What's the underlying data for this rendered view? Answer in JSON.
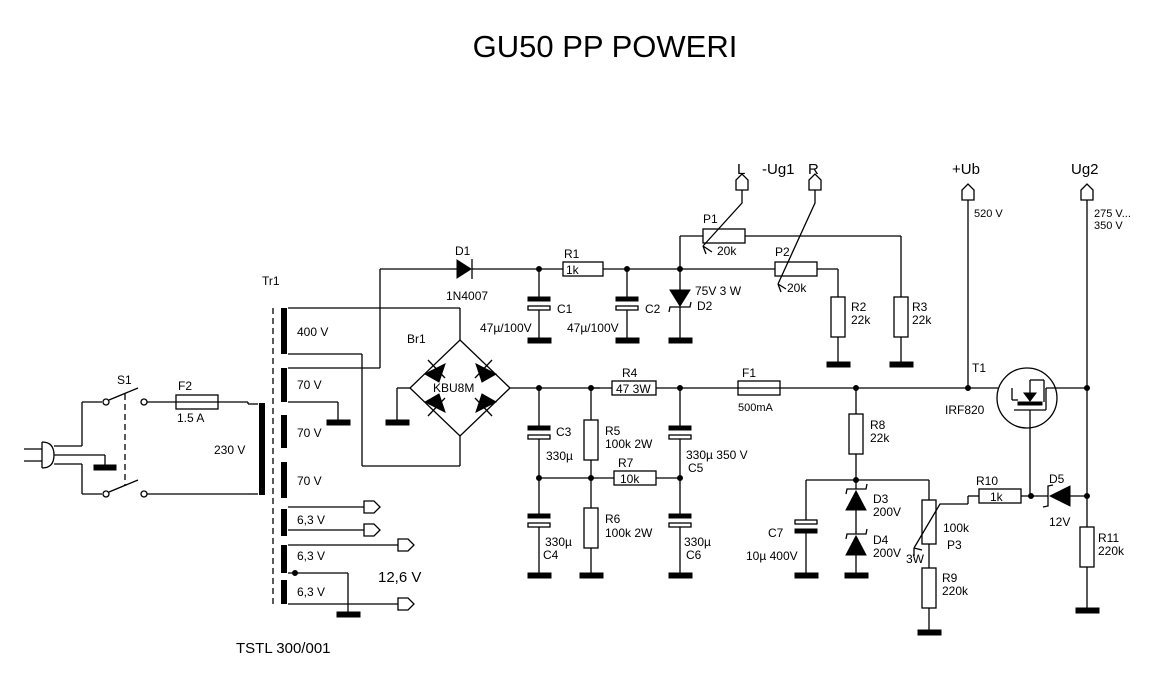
{
  "title": "GU50 PP POWERI",
  "transformer": {
    "ref": "Tr1",
    "part": "TSTL 300/001",
    "primary": "230 V",
    "windings": [
      "400 V",
      "70 V",
      "70 V",
      "70 V",
      "6,3 V",
      "6,3 V",
      "6,3 V"
    ],
    "series_note": "12,6 V"
  },
  "switch": {
    "ref": "S1"
  },
  "fuses": [
    {
      "ref": "F2",
      "value": "1.5 A"
    },
    {
      "ref": "F1",
      "value": "500mA"
    }
  ],
  "bridge": {
    "ref": "Br1",
    "part": "KBU8M"
  },
  "diodes": [
    {
      "ref": "D1",
      "part": "1N4007"
    },
    {
      "ref": "D2",
      "part": "75V 3 W"
    },
    {
      "ref": "D3",
      "part": "200V"
    },
    {
      "ref": "D4",
      "part": "200V"
    },
    {
      "ref": "D5",
      "part": "12V"
    }
  ],
  "resistors": [
    {
      "ref": "R1",
      "value": "1k"
    },
    {
      "ref": "R2",
      "value": "22k"
    },
    {
      "ref": "R3",
      "value": "22k"
    },
    {
      "ref": "R4",
      "value": "47 3W"
    },
    {
      "ref": "R5",
      "value": "100k 2W"
    },
    {
      "ref": "R6",
      "value": "100k  2W"
    },
    {
      "ref": "R7",
      "value": "10k"
    },
    {
      "ref": "R8",
      "value": "22k"
    },
    {
      "ref": "R9",
      "value": "220k"
    },
    {
      "ref": "R10",
      "value": "1k"
    },
    {
      "ref": "R11",
      "value": "220k"
    }
  ],
  "potentiometers": [
    {
      "ref": "P1",
      "value": "20k"
    },
    {
      "ref": "P2",
      "value": "20k"
    },
    {
      "ref": "P3",
      "value": "100k",
      "rating": "3W"
    }
  ],
  "capacitors": [
    {
      "ref": "C1",
      "value": "47µ/100V"
    },
    {
      "ref": "C2",
      "value": "47µ/100V"
    },
    {
      "ref": "C3",
      "value": "330µ"
    },
    {
      "ref": "C4",
      "value": "330µ"
    },
    {
      "ref": "C5",
      "value": "330µ 350 V"
    },
    {
      "ref": "C6",
      "value": "330µ"
    },
    {
      "ref": "C7",
      "value": "10µ 400V"
    }
  ],
  "transistor": {
    "ref": "T1",
    "part": "IRF820"
  },
  "outputs": [
    {
      "name": "L"
    },
    {
      "name": "-Ug1"
    },
    {
      "name": "R"
    },
    {
      "name": "+Ub",
      "voltage": "520 V"
    },
    {
      "name": "Ug2",
      "voltage_line1": "275 V...",
      "voltage_line2": "350 V"
    }
  ]
}
